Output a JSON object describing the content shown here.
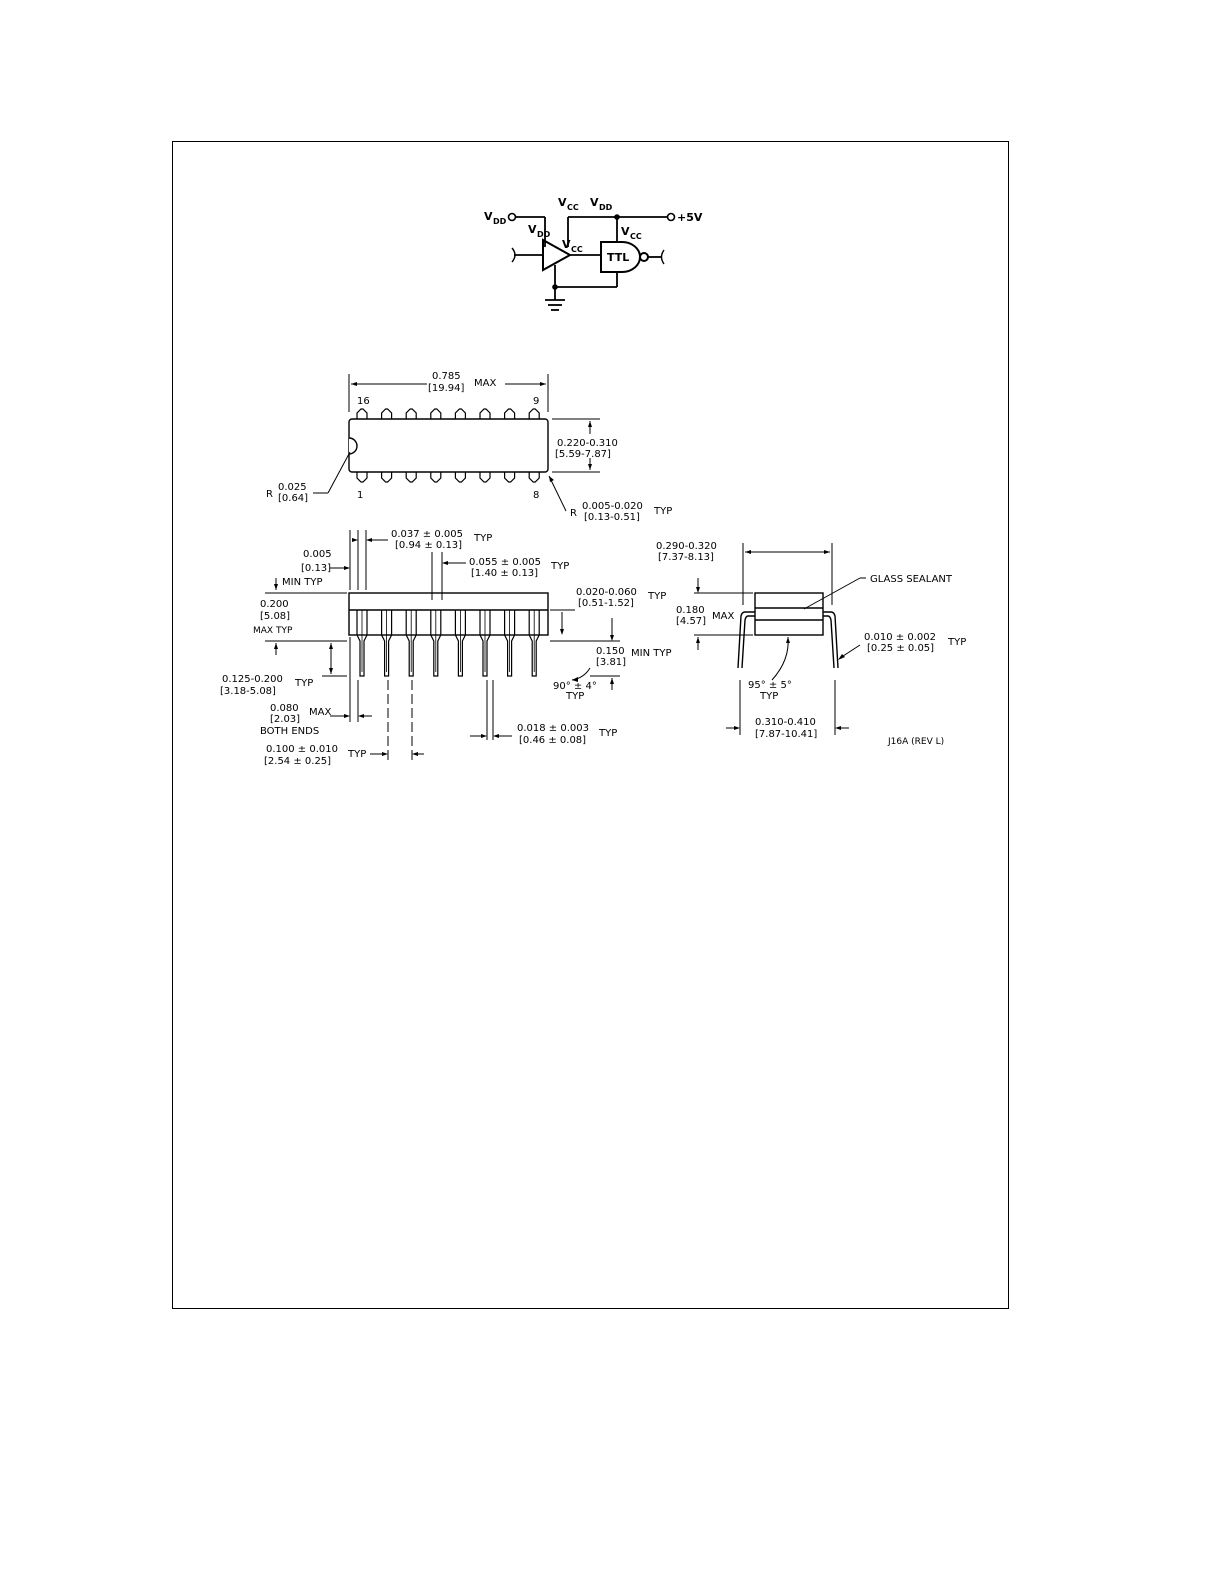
{
  "schematic": {
    "vdd_in": "V",
    "vdd_in_sub": "DD",
    "vcc_top": "V",
    "vcc_top_sub": "CC",
    "vdd_top": "V",
    "vdd_top_sub": "DD",
    "supply": "+5V",
    "buffer_vdd": "V",
    "buffer_vdd_sub": "DD",
    "buffer_vcc": "V",
    "buffer_vcc_sub": "CC",
    "gate_vcc": "V",
    "gate_vcc_sub": "CC",
    "gate_label": "TTL"
  },
  "package": {
    "length_in": "0.785",
    "length_mm": "[19.94]",
    "length_tag": "MAX",
    "pin16": "16",
    "pin9": "9",
    "pin1": "1",
    "pin8": "8",
    "width_in": "0.220-0.310",
    "width_mm": "[5.59-7.87]",
    "notch_r": "R",
    "notch_in": "0.025",
    "notch_mm": "[0.64]",
    "corner_r": "R",
    "corner_in": "0.005-0.020",
    "corner_mm": "[0.13-0.51]",
    "corner_tag": "TYP",
    "lead_w_in": "0.037 ± 0.005",
    "lead_w_mm": "[0.94 ± 0.13]",
    "lead_w_tag": "TYP",
    "min_in": "0.005",
    "min_mm": "[0.13]",
    "min_tag": "MIN TYP",
    "shoulder_in": "0.055 ± 0.005",
    "shoulder_mm": "[1.40 ± 0.13]",
    "shoulder_tag": "TYP",
    "height_in": "0.200",
    "height_mm": "[5.08]",
    "height_tag": "MAX TYP",
    "standoff_in": "0.020-0.060",
    "standoff_mm": "[0.51-1.52]",
    "standoff_tag": "TYP",
    "seat_in": "0.150",
    "seat_mm": "[3.81]",
    "seat_tag": "MIN TYP",
    "leadlen_in": "0.125-0.200",
    "leadlen_mm": "[3.18-5.08]",
    "leadlen_tag": "TYP",
    "angle": "90° ± 4°",
    "angle_tag": "TYP",
    "end_in": "0.080",
    "end_mm": "[2.03]",
    "end_tag": "MAX",
    "end_note": "BOTH ENDS",
    "lead_t_in": "0.018 ± 0.003",
    "lead_t_mm": "[0.46 ± 0.08]",
    "lead_t_tag": "TYP",
    "pitch_in": "0.100 ± 0.010",
    "pitch_mm": "[2.54 ± 0.25]",
    "pitch_tag": "TYP"
  },
  "end_view": {
    "row_in": "0.290-0.320",
    "row_mm": "[7.37-8.13]",
    "sealant": "GLASS SEALANT",
    "height_in": "0.180",
    "height_mm": "[4.57]",
    "height_tag": "MAX",
    "thick_in": "0.010 ± 0.002",
    "thick_mm": "[0.25 ± 0.05]",
    "thick_tag": "TYP",
    "angle": "95° ± 5°",
    "angle_tag": "TYP",
    "spread_in": "0.310-0.410",
    "spread_mm": "[7.87-10.41]",
    "drawing_id": "J16A (REV L)"
  }
}
